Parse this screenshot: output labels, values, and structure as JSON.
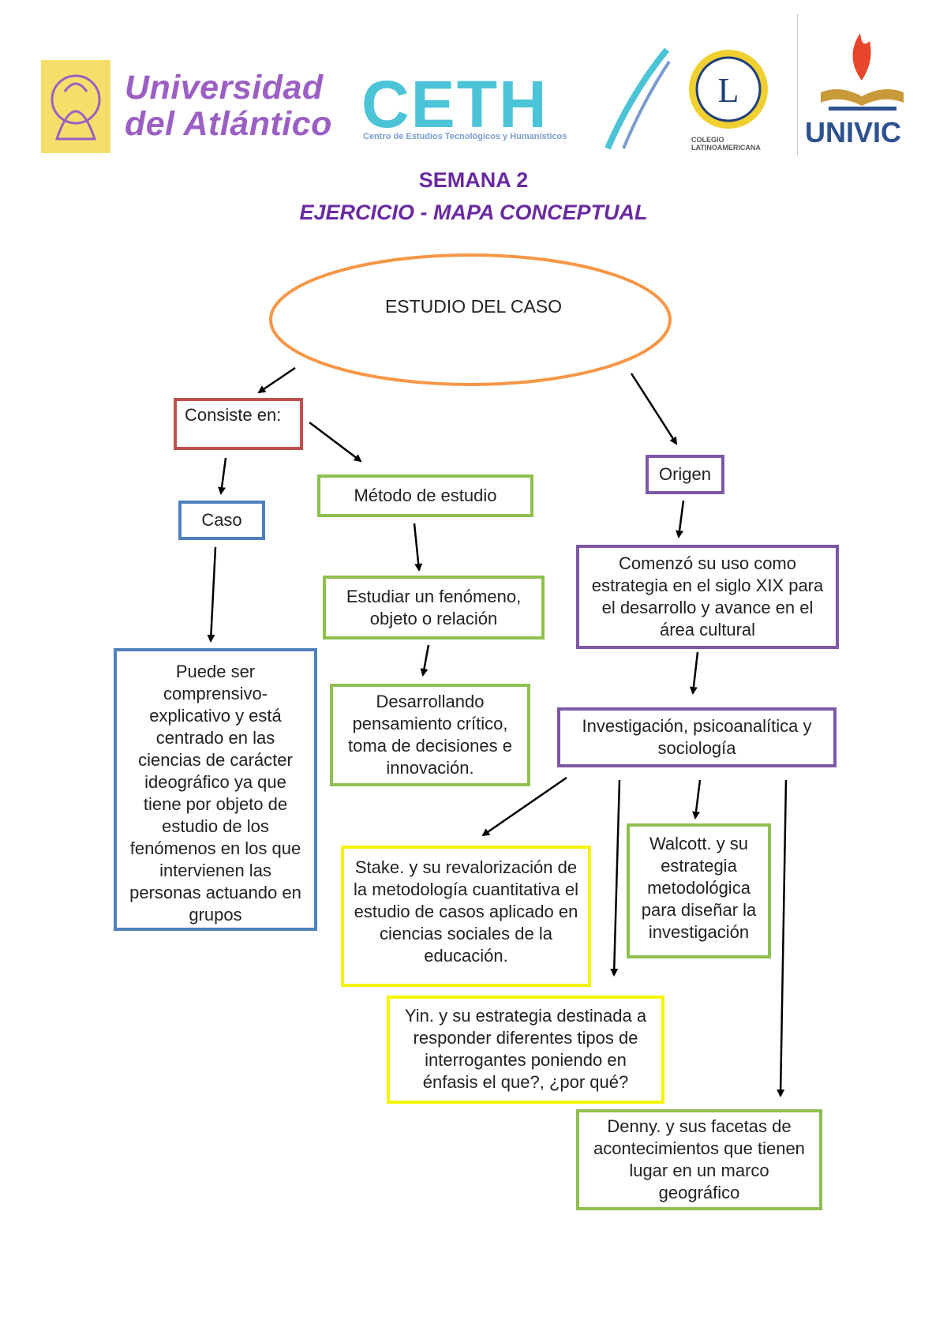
{
  "header": {
    "ua_logo_text": "Universidad del Atlántico",
    "ceth_logo_text": "CETH",
    "ceth_subtitle": "Centro de Estudios Tecnológicos y Humanísticos",
    "colegio_subtitle": "COLEGIO LATINOAMERICANA",
    "univic_logo_text": "UNIVIC"
  },
  "titles": {
    "week": "SEMANA 2",
    "exercise": "EJERCICIO - MAPA CONCEPTUAL"
  },
  "concept_map": {
    "root": "ESTUDIO DEL CASO",
    "consiste": "Consiste en:",
    "caso": "Caso",
    "caso_desc": "Puede ser comprensivo-explicativo y está centrado en las ciencias de carácter ideográfico ya que tiene por objeto de estudio de los fenómenos en los que intervienen las personas actuando en grupos",
    "metodo": "Método de estudio",
    "estudiar": "Estudiar un fenómeno, objeto o relación",
    "desarrollando": "Desarrollando pensamiento crítico, toma de decisiones e innovación.",
    "origen": "Origen",
    "comenzo": "Comenzó su uso como estrategia en el siglo XIX para el desarrollo y avance en el área cultural",
    "investigacion": "Investigación, psicoanalítica y sociología",
    "stake": "Stake. y su revalorización de la metodología cuantitativa el estudio de casos aplicado en ciencias sociales de la educación.",
    "walcott": "Walcott. y su estrategia metodológica para diseñar la investigación",
    "yin": "Yin. y su estrategia destinada a responder diferentes tipos de interrogantes poniendo en énfasis el que?, ¿por qué?",
    "denny": "Denny. y sus facetas de acontecimientos que tienen lugar en un marco geográfico"
  },
  "colors": {
    "title": "#6a2aa0",
    "ellipse": "#f79646",
    "red": "#c0504d",
    "blue": "#4f81bd",
    "green": "#8fbf4f",
    "purple": "#7e57a6",
    "yellow": "#f5f500"
  }
}
